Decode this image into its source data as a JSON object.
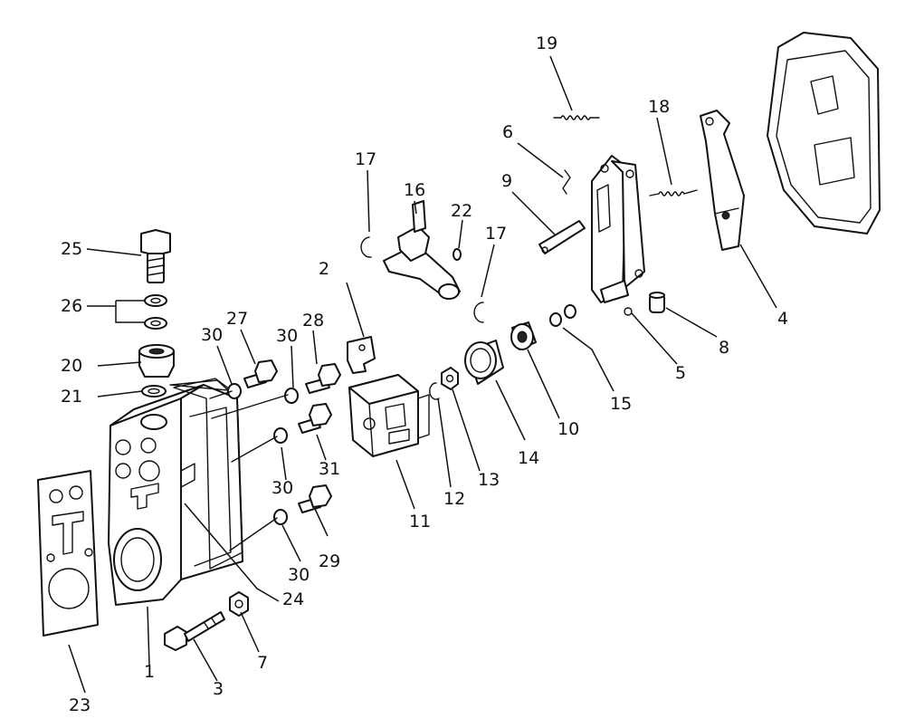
{
  "callouts": [
    {
      "id": "c1",
      "label": "1"
    },
    {
      "id": "c2",
      "label": "2"
    },
    {
      "id": "c3",
      "label": "3"
    },
    {
      "id": "c4",
      "label": "4"
    },
    {
      "id": "c5",
      "label": "5"
    },
    {
      "id": "c6",
      "label": "6"
    },
    {
      "id": "c7",
      "label": "7"
    },
    {
      "id": "c8",
      "label": "8"
    },
    {
      "id": "c9",
      "label": "9"
    },
    {
      "id": "c10",
      "label": "10"
    },
    {
      "id": "c11",
      "label": "11"
    },
    {
      "id": "c12",
      "label": "12"
    },
    {
      "id": "c13",
      "label": "13"
    },
    {
      "id": "c14",
      "label": "14"
    },
    {
      "id": "c15",
      "label": "15"
    },
    {
      "id": "c16",
      "label": "16"
    },
    {
      "id": "c17a",
      "label": "17"
    },
    {
      "id": "c17b",
      "label": "17"
    },
    {
      "id": "c18",
      "label": "18"
    },
    {
      "id": "c19",
      "label": "19"
    },
    {
      "id": "c20",
      "label": "20"
    },
    {
      "id": "c21",
      "label": "21"
    },
    {
      "id": "c22",
      "label": "22"
    },
    {
      "id": "c23",
      "label": "23"
    },
    {
      "id": "c24",
      "label": "24"
    },
    {
      "id": "c25",
      "label": "25"
    },
    {
      "id": "c26",
      "label": "26"
    },
    {
      "id": "c27",
      "label": "27"
    },
    {
      "id": "c28",
      "label": "28"
    },
    {
      "id": "c29",
      "label": "29"
    },
    {
      "id": "c30a",
      "label": "30"
    },
    {
      "id": "c30b",
      "label": "30"
    },
    {
      "id": "c30c",
      "label": "30"
    },
    {
      "id": "c30d",
      "label": "30"
    },
    {
      "id": "c31",
      "label": "31"
    }
  ]
}
